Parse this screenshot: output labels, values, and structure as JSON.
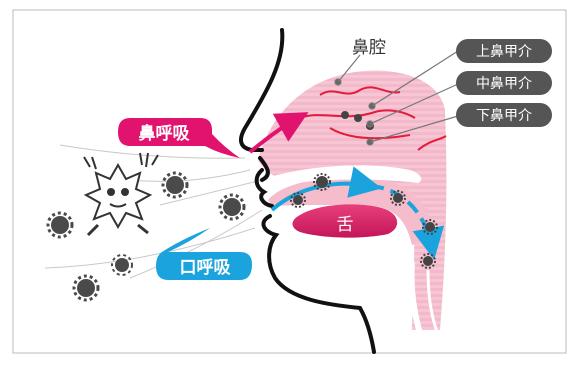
{
  "labels": {
    "nasal_cavity": "鼻腔",
    "tongue": "舌",
    "nose_breathing": "鼻呼吸",
    "mouth_breathing": "口呼吸"
  },
  "turbinates": {
    "superior": "上鼻甲介",
    "middle": "中鼻甲介",
    "inferior": "下鼻甲介"
  },
  "colors": {
    "tissue_pink": "#f7c6d4",
    "tissue_stripe": "#ee9db6",
    "tongue": "#d81f63",
    "nose_badge": "#e2136e",
    "mouth_badge": "#1aa3dc",
    "turbinate_badge": "#555555",
    "red_line": "#e51b3c"
  },
  "icons": [
    "germ-icon",
    "germ-character-icon"
  ]
}
